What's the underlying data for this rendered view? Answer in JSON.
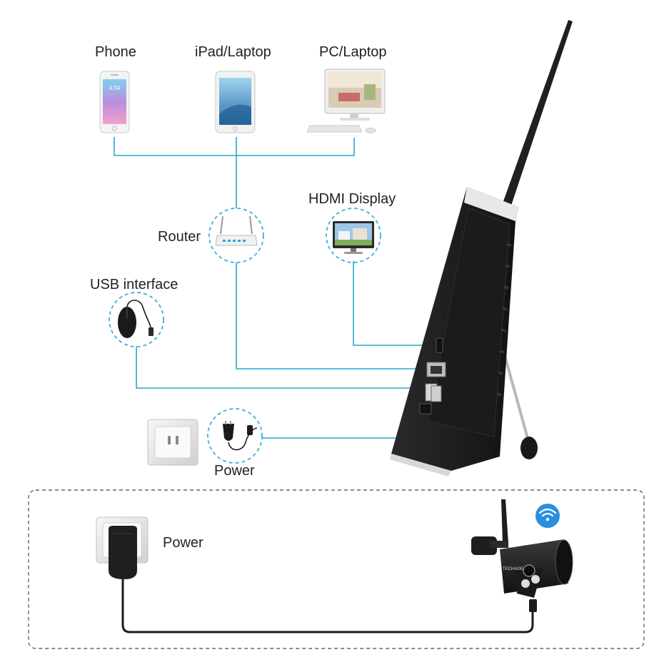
{
  "labels": {
    "phone": "Phone",
    "ipad_laptop": "iPad/Laptop",
    "pc_laptop": "PC/Laptop",
    "router": "Router",
    "hdmi_display": "HDMI Display",
    "usb_interface": "USB interface",
    "power_nvr": "Power",
    "power_camera": "Power",
    "camera_brand": "TECHAGE",
    "phone_clock": "4:34"
  },
  "icons": {
    "phone": "smartphone-icon",
    "tablet": "tablet-icon",
    "pc": "desktop-computer-icon",
    "router": "router-icon",
    "hdmi": "monitor-icon",
    "mouse": "usb-mouse-icon",
    "adapter": "power-adapter-icon",
    "socket": "wall-socket-icon",
    "nvr": "nvr-monitor-icon",
    "camera": "bullet-camera-icon",
    "wifi": "wifi-icon"
  },
  "colors": {
    "connector": "#2aa6cf",
    "dashed_circle": "#3bb0d8",
    "wifi_badge": "#2b8fe0",
    "device_body": "#1e1e1e",
    "dashed_frame": "#666666"
  }
}
